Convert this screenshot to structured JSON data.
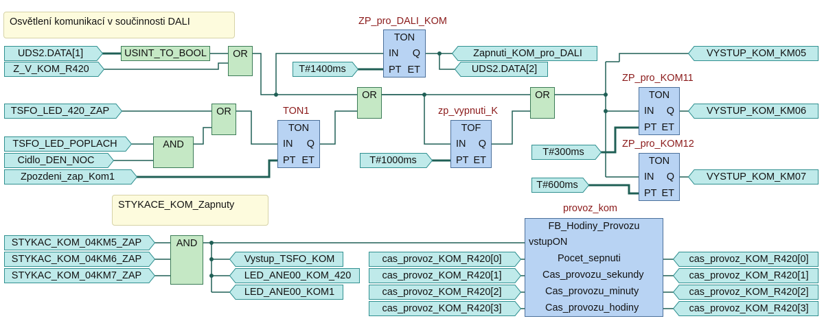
{
  "comments": {
    "title": "Osvětlení komunikací v součinnosti DALI",
    "section2": "STYKACE_KOM_Zapnuty"
  },
  "inputs": {
    "uds_data1": "UDS2.DATA[1]",
    "z_v_kom": "Z_V_KOM_R420",
    "tsfo_led_420": "TSFO_LED_420_ZAP",
    "tsfo_led_poplach": "TSFO_LED_POPLACH",
    "cidlo_den_noc": "Cidlo_DEN_NOC",
    "zpozdeni": "Zpozdeni_zap_Kom1",
    "t1400": "T#1400ms",
    "t1000": "T#1000ms",
    "t300": "T#300ms",
    "t600": "T#600ms",
    "stykac1": "STYKAC_KOM_04KM5_ZAP",
    "stykac2": "STYKAC_KOM_04KM6_ZAP",
    "stykac3": "STYKAC_KOM_04KM7_ZAP",
    "cas0": "cas_provoz_KOM_R420[0]",
    "cas1": "cas_provoz_KOM_R420[1]",
    "cas2": "cas_provoz_KOM_R420[2]",
    "cas3": "cas_provoz_KOM_R420[3]"
  },
  "outputs": {
    "zapnuti": "Zapnuti_KOM_pro_DALI",
    "uds_data2": "UDS2.DATA[2]",
    "km05": "VYSTUP_KOM_KM05",
    "km06": "VYSTUP_KOM_KM06",
    "km07": "VYSTUP_KOM_KM07",
    "vystup_tsfo": "Vystup_TSFO_KOM",
    "led_420": "LED_ANE00_KOM_420",
    "led_kom1": "LED_ANE00_KOM1",
    "cas0": "cas_provoz_KOM_R420[0]",
    "cas1": "cas_provoz_KOM_R420[1]",
    "cas2": "cas_provoz_KOM_R420[2]",
    "cas3": "cas_provoz_KOM_R420[3]"
  },
  "gates": {
    "usint": "USINT_TO_BOOL",
    "or1": "OR",
    "or2": "OR",
    "and1": "AND",
    "or3": "OR",
    "or4": "OR",
    "and2": "AND"
  },
  "blocks": {
    "zp_dali": {
      "instance": "ZP_pro_DALI_KOM",
      "type": "TON",
      "pin_in": "IN",
      "pin_pt": "PT",
      "pin_q": "Q",
      "pin_et": "ET"
    },
    "ton1": {
      "instance": "TON1",
      "type": "TON",
      "pin_in": "IN",
      "pin_pt": "PT",
      "pin_q": "Q",
      "pin_et": "ET"
    },
    "zp_vyp": {
      "instance": "zp_vypnuti_K",
      "type": "TOF",
      "pin_in": "IN",
      "pin_pt": "PT",
      "pin_q": "Q",
      "pin_et": "ET"
    },
    "kom11": {
      "instance": "ZP_pro_KOM11",
      "type": "TON",
      "pin_in": "IN",
      "pin_pt": "PT",
      "pin_q": "Q",
      "pin_et": "ET"
    },
    "kom12": {
      "instance": "ZP_pro_KOM12",
      "type": "TON",
      "pin_in": "IN",
      "pin_pt": "PT",
      "pin_q": "Q",
      "pin_et": "ET"
    },
    "provoz": {
      "instance": "provoz_kom",
      "type": "FB_Hodiny_Provozu",
      "pin_vstup": "vstupON",
      "pin_pocet": "Pocet_sepnuti",
      "pin_sek": "Cas_provozu_sekundy",
      "pin_min": "Cas_provozu_minuty",
      "pin_hod": "Cas_provozu_hodiny"
    }
  },
  "colors": {
    "wire": "#1f5f55",
    "var_fill": "#bfeaea",
    "var_border": "#2f8f8f",
    "gate_fill": "#c5e8c5",
    "fb_fill": "#b8d3f3",
    "instance_text": "#8b1a1a"
  }
}
